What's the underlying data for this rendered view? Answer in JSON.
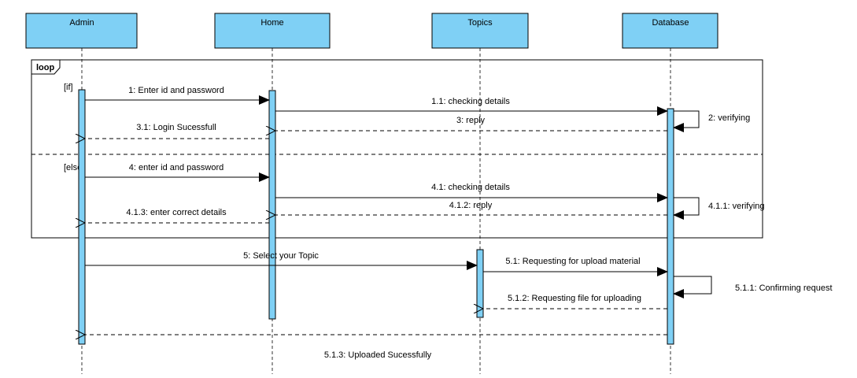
{
  "colors": {
    "participant_fill": "#7FD0F5",
    "activation_fill": "#7FD0F5",
    "line": "#000000",
    "lifeline": "#333333"
  },
  "participants": [
    {
      "id": "admin",
      "label": "Admin"
    },
    {
      "id": "home",
      "label": "Home"
    },
    {
      "id": "topics",
      "label": "Topics"
    },
    {
      "id": "database",
      "label": "Database"
    }
  ],
  "fragment": {
    "operator": "loop",
    "guards": [
      "[if]",
      "[else]"
    ]
  },
  "messages": [
    {
      "key": "m1",
      "label": "1: Enter id and password",
      "type": "sync"
    },
    {
      "key": "m11",
      "label": "1.1: checking details",
      "type": "sync"
    },
    {
      "key": "m2",
      "label": "2: verifying",
      "type": "self"
    },
    {
      "key": "m3",
      "label": "3: reply",
      "type": "return"
    },
    {
      "key": "m31",
      "label": "3.1: Login Sucessfull",
      "type": "return"
    },
    {
      "key": "m4",
      "label": "4: enter id and password",
      "type": "sync"
    },
    {
      "key": "m41",
      "label": "4.1: checking details",
      "type": "sync"
    },
    {
      "key": "m411",
      "label": "4.1.1: verifying",
      "type": "self"
    },
    {
      "key": "m412",
      "label": "4.1.2: reply",
      "type": "return"
    },
    {
      "key": "m413",
      "label": "4.1.3: enter correct details",
      "type": "return"
    },
    {
      "key": "m5",
      "label": "5: Select your Topic",
      "type": "sync"
    },
    {
      "key": "m51",
      "label": "5.1: Requesting for upload material",
      "type": "sync"
    },
    {
      "key": "m511",
      "label": "5.1.1: Confirming request",
      "type": "self"
    },
    {
      "key": "m512",
      "label": "5.1.2: Requesting file for uploading",
      "type": "return"
    },
    {
      "key": "m513",
      "label": "5.1.3: Uploaded Sucessfully",
      "type": "return"
    }
  ]
}
